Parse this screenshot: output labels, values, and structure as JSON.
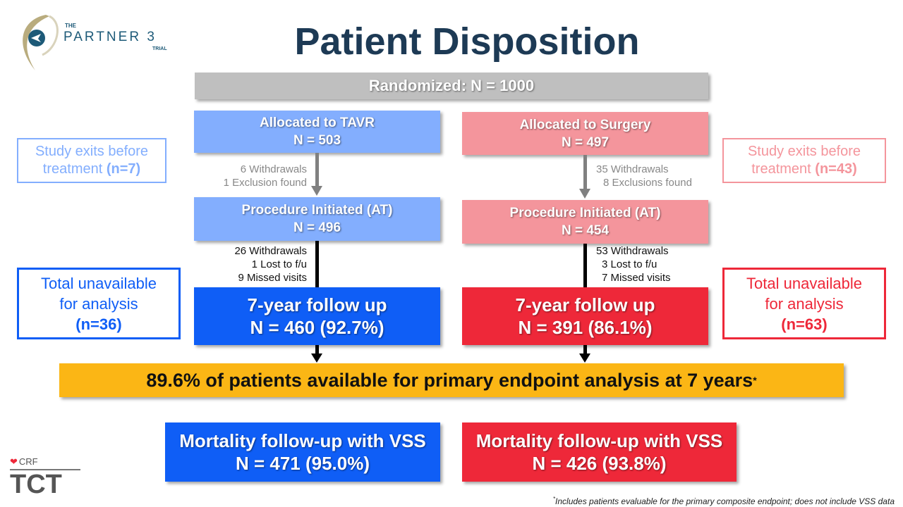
{
  "logo": {
    "the": "THE",
    "name": "PARTNER 3",
    "trial": "TRIAL"
  },
  "title": "Patient Disposition",
  "randomized": "Randomized: N = 1000",
  "tavr": {
    "alloc_label": "Allocated to TAVR",
    "alloc_n": "N = 503",
    "exits_pre": "Study exits before",
    "exits_mid": "treatment ",
    "exits_n": "(n=7)",
    "notes1": [
      "6 Withdrawals",
      "1 Exclusion found"
    ],
    "proc_label": "Procedure Initiated (AT)",
    "proc_n": "N = 496",
    "notes2": [
      "26 Withdrawals",
      "1 Lost to f/u",
      "9 Missed visits"
    ],
    "unavail": [
      "Total unavailable",
      "for analysis",
      "(n=36)"
    ],
    "fu_label": "7-year follow up",
    "fu_n": "N = 460 (92.7%)",
    "mort_label": "Mortality follow-up with VSS",
    "mort_n": "N = 471 (95.0%)"
  },
  "surgery": {
    "alloc_label": "Allocated to Surgery",
    "alloc_n": "N = 497",
    "exits_pre": "Study exits before",
    "exits_mid": "treatment ",
    "exits_n": "(n=43)",
    "notes1": [
      "35 Withdrawals",
      "8 Exclusions found"
    ],
    "proc_label": "Procedure Initiated (AT)",
    "proc_n": "N = 454",
    "notes2": [
      "53 Withdrawals",
      "3 Lost to f/u",
      "7 Missed visits"
    ],
    "unavail": [
      "Total unavailable",
      "for analysis",
      "(n=63)"
    ],
    "fu_label": "7-year follow up",
    "fu_n": "N = 391 (86.1%)",
    "mort_label": "Mortality follow-up with VSS",
    "mort_n": "N = 426 (93.8%)"
  },
  "summary": "89.6% of patients available for primary endpoint analysis at 7 years",
  "summary_mark": "*",
  "footnote_mark": "*",
  "footnote": "Includes patients evaluable for the primary composite endpoint; does not include VSS data",
  "brand": {
    "crf": "CRF",
    "tct": "TCT"
  },
  "colors": {
    "gray": "#bfbfbf",
    "light_blue": "#83aefe",
    "light_red": "#f4959c",
    "blue": "#0f5ef6",
    "red": "#ee2839",
    "gold": "#fbb615",
    "title": "#1d3a55"
  }
}
